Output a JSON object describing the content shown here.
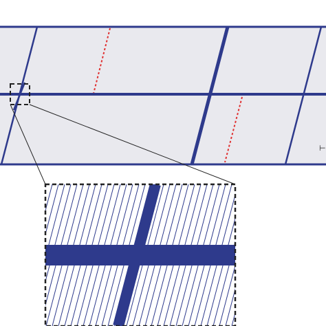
{
  "diagram": {
    "colors": {
      "primary_line": "#2e3a8c",
      "dashed_red": "#e03030",
      "panel_fill": "#e9e9ee",
      "hatch": "#2e3a8c",
      "frame": "#222222",
      "background": "#ffffff"
    },
    "strip": {
      "thick_line_count": 3,
      "thin_line_count": 3,
      "red_dashed_line_count": 2,
      "horizontal_divider": true
    },
    "inset": {
      "description_visible": false,
      "zoomed_cross": true
    },
    "tick_mark": "⊢"
  }
}
